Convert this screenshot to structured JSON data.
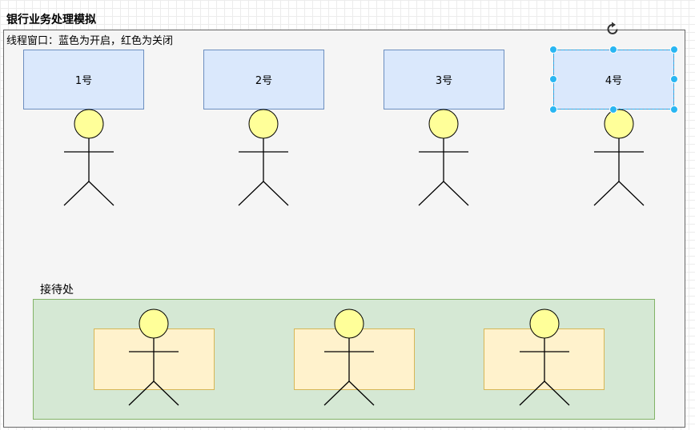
{
  "diagram": {
    "title": "银行业务处理模拟",
    "subtitle": "线程窗口：蓝色为开启，红色为关闭",
    "windows": [
      {
        "label": "1号"
      },
      {
        "label": "2号"
      },
      {
        "label": "3号"
      },
      {
        "label": "4号"
      }
    ],
    "waiting_area": {
      "label": "接待处"
    },
    "colors": {
      "window_fill": "#dae8fc",
      "window_border": "#6c8ebf",
      "actor_head": "#ffff99",
      "waiting_fill": "#d5e8d4",
      "waiting_border": "#82b366",
      "seat_fill": "#fff2cc",
      "seat_border": "#d6b656",
      "selection": "#29b6f2"
    }
  },
  "icons": {
    "rotate": "rotate-icon",
    "actor": "stick-figure-icon"
  }
}
